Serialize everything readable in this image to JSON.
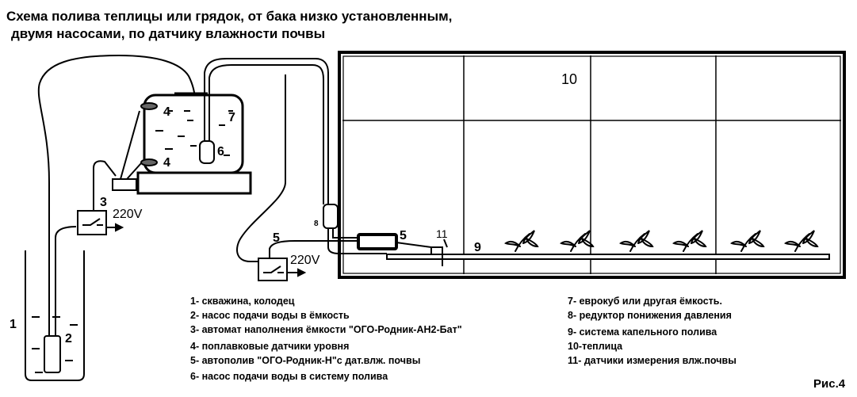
{
  "title": {
    "line1": "Схема полива теплицы или грядок, от бака   низко   установленным,",
    "line2": "двумя насосами, по датчику влажности почвы"
  },
  "labels": {
    "n1": "1",
    "n2": "2",
    "n3": "3",
    "n4a": "4",
    "n4b": "4",
    "n5a": "5",
    "n5b": "5",
    "n6": "6",
    "n7": "7",
    "n8": "8",
    "n9": "9",
    "n10": "10",
    "n11": "11",
    "v1": "220V",
    "v2": "220V"
  },
  "legend_left": [
    "1-  скважина, колодец",
    "2-  насос подачи воды в ёмкость",
    "3-  автомат наполнения ёмкости \"ОГО-Родник-АН2-Бат\"",
    "4-   поплавковые датчики уровня",
    "5- автополив \"ОГО-Родник-Н\"с дат.влж. почвы",
    "6-  насос подачи воды в систему полива"
  ],
  "legend_right": [
    "7- еврокуб или другая ёмкость.",
    "8- редуктор понижения давления",
    "9- система капельного полива",
    "10-теплица",
    "11- датчики измерения влж.почвы"
  ],
  "figure": "Рис.4"
}
